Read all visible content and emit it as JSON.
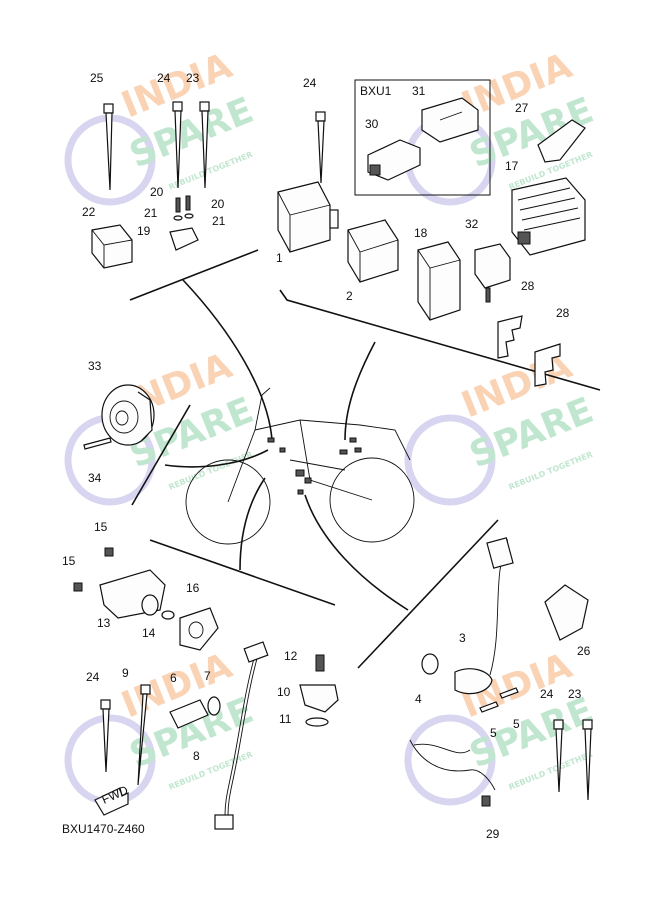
{
  "diagram_code": "BXU1470-Z460",
  "group_label": "BXU1",
  "fwd_label": "FWD",
  "watermark": {
    "line1": "INDIA",
    "line2": "SPARE",
    "tagline": "REBUILD TOGETHER",
    "color_orange": "#f6b07a",
    "color_green": "#8fd3a8",
    "color_purple": "#b9b3e6"
  },
  "callouts": [
    "25",
    "24",
    "23",
    "24",
    "31",
    "30",
    "27",
    "17",
    "20",
    "20",
    "21",
    "21",
    "22",
    "19",
    "1",
    "2",
    "18",
    "32",
    "28",
    "28",
    "33",
    "34",
    "15",
    "15",
    "16",
    "13",
    "14",
    "26",
    "12",
    "10",
    "11",
    "7",
    "6",
    "9",
    "24",
    "8",
    "3",
    "4",
    "5",
    "5",
    "24",
    "23",
    "29"
  ]
}
